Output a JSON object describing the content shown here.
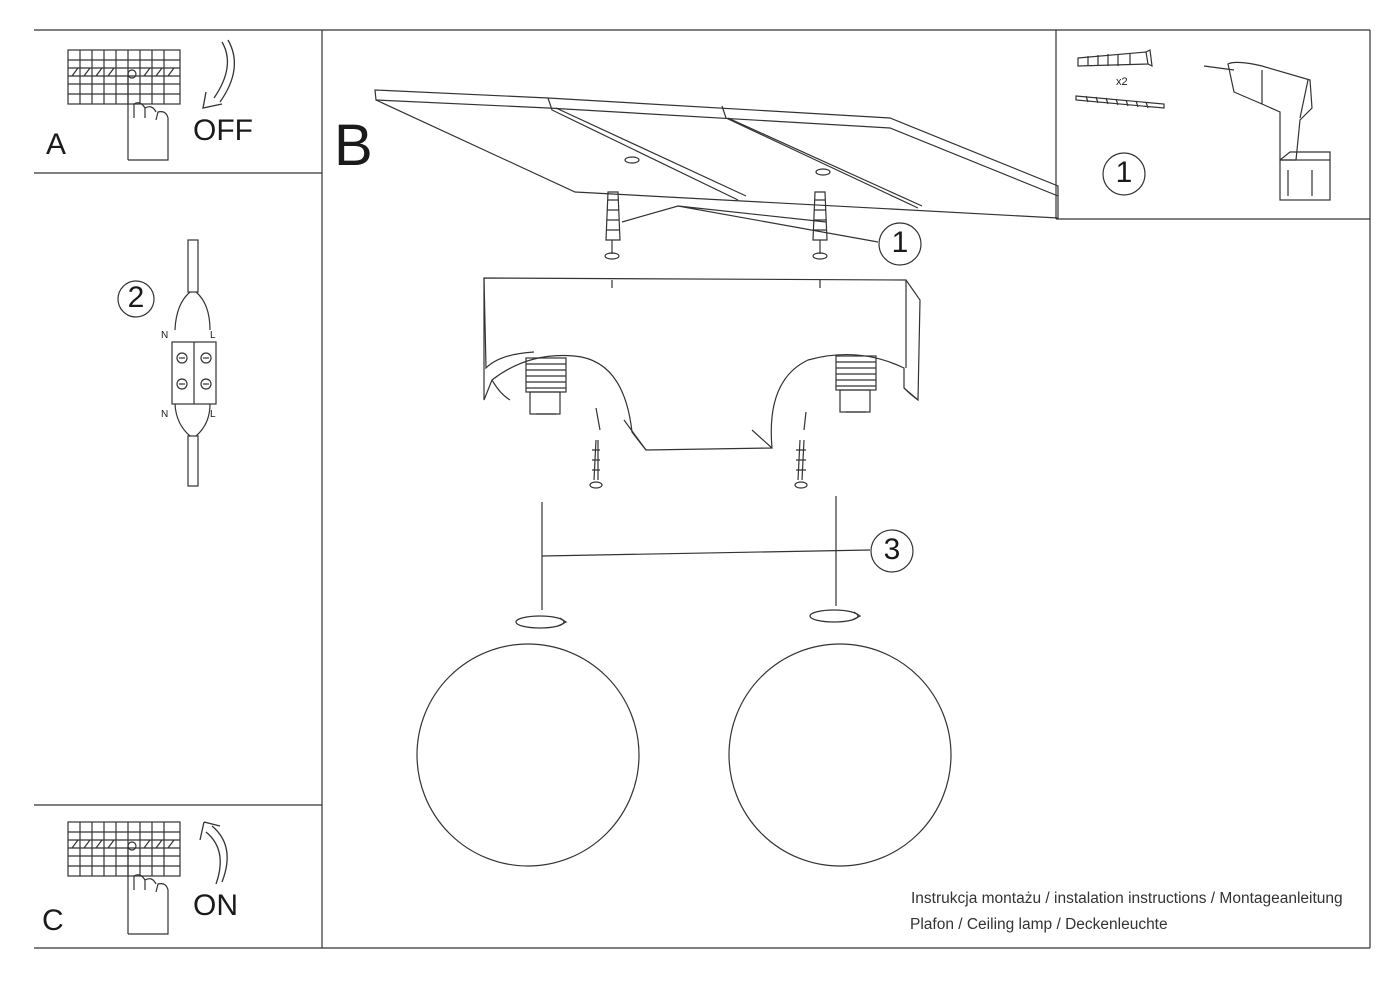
{
  "panels": {
    "a": {
      "letter": "A",
      "state": "OFF"
    },
    "b": {
      "letter": "B"
    },
    "c": {
      "letter": "C",
      "state": "ON"
    }
  },
  "callouts": {
    "one": "1",
    "one_tools": "1",
    "two": "2",
    "three": "3"
  },
  "tools": {
    "quantity": "x2"
  },
  "connector": {
    "neutral": "N",
    "live": "L"
  },
  "footer": {
    "line1": "Instrukcja montażu / instalation instructions / Montageanleitung",
    "line2": "Plafon / Ceiling lamp / Deckenleuchte"
  }
}
